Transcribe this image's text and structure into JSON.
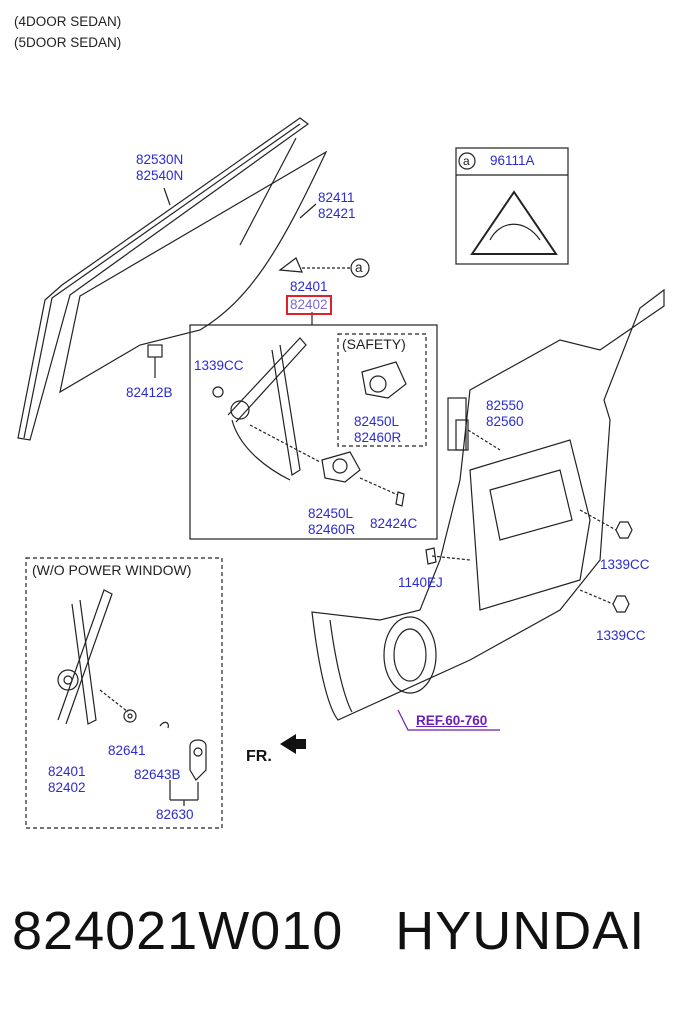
{
  "header": {
    "line1": "(4DOOR SEDAN)",
    "line2": "(5DOOR SEDAN)"
  },
  "labels": {
    "glass_run_a": "82530N",
    "glass_run_b": "82540N",
    "glass_a": "82411",
    "glass_b": "82421",
    "regulator_a": "82401",
    "regulator_b_highlighted": "82402",
    "bolt_1339cc_main": "1339CC",
    "safety_title": "(SAFETY)",
    "safety_motor_a": "82450L",
    "safety_motor_b": "82460R",
    "clip_82412b": "82412B",
    "motor_a": "82450L",
    "motor_b": "82460R",
    "screw_82424c": "82424C",
    "bolt_1140ej": "1140EJ",
    "channel_a": "82550",
    "channel_b": "82560",
    "nut_1339cc_upper": "1339CC",
    "nut_1339cc_lower": "1339CC",
    "ref": "REF.60-760",
    "front": "FR.",
    "callout_letter": "a",
    "label_callout_letter": "a",
    "label_part": "96111A"
  },
  "manual_box": {
    "title": "(W/O POWER WINDOW)",
    "washer": "82641",
    "reg_a": "82401",
    "reg_b": "82402",
    "handle_clip": "82643B",
    "handle": "82630"
  },
  "footer": {
    "part_number": "824021W010",
    "brand": "HYUNDAI"
  },
  "colors": {
    "label_blue": "#2b2bd4",
    "highlight_red": "#e0202a",
    "ref_purple": "#6a1fb8",
    "line": "#222222"
  }
}
